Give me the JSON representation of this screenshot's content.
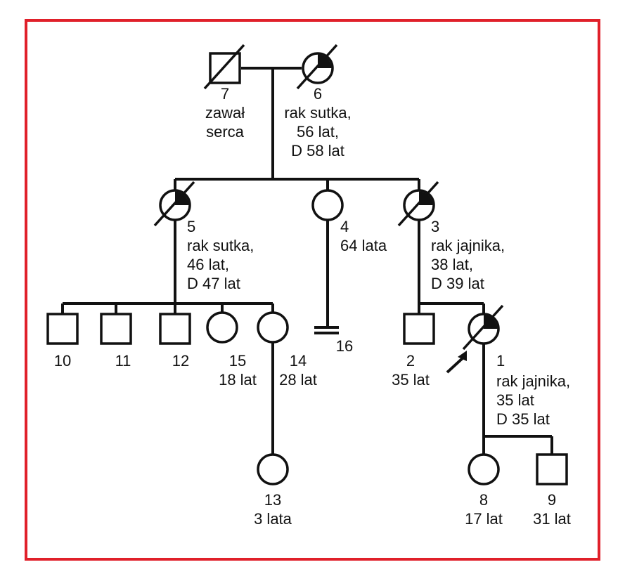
{
  "colors": {
    "border": "#e0202a",
    "ink": "#111111",
    "background": "#ffffff"
  },
  "people": [
    {
      "id": "p7",
      "sex": "male",
      "deceased": true,
      "affected": false,
      "proband": false,
      "lines": [
        "7",
        "zawał",
        "serca"
      ]
    },
    {
      "id": "p6",
      "sex": "female",
      "deceased": true,
      "affected": true,
      "proband": false,
      "lines": [
        "6",
        "rak sutka,",
        "56 lat,",
        "D 58 lat"
      ]
    },
    {
      "id": "p5",
      "sex": "female",
      "deceased": true,
      "affected": true,
      "proband": false,
      "lines": [
        "5",
        "rak sutka,",
        "46 lat,",
        "D 47 lat"
      ]
    },
    {
      "id": "p4",
      "sex": "female",
      "deceased": false,
      "affected": false,
      "proband": false,
      "lines": [
        "4",
        "64 lata"
      ]
    },
    {
      "id": "p3",
      "sex": "female",
      "deceased": true,
      "affected": true,
      "proband": false,
      "lines": [
        "3",
        "rak jajnika,",
        "38 lat,",
        "D 39 lat"
      ]
    },
    {
      "id": "p10",
      "sex": "male",
      "deceased": false,
      "affected": false,
      "proband": false,
      "lines": [
        "10"
      ]
    },
    {
      "id": "p11",
      "sex": "male",
      "deceased": false,
      "affected": false,
      "proband": false,
      "lines": [
        "11"
      ]
    },
    {
      "id": "p12",
      "sex": "male",
      "deceased": false,
      "affected": false,
      "proband": false,
      "lines": [
        "12"
      ]
    },
    {
      "id": "p15",
      "sex": "female",
      "deceased": false,
      "affected": false,
      "proband": false,
      "lines": [
        "15",
        "18 lat"
      ]
    },
    {
      "id": "p14",
      "sex": "female",
      "deceased": false,
      "affected": false,
      "proband": false,
      "lines": [
        "14",
        "28 lat"
      ]
    },
    {
      "id": "p16",
      "sex": "infertility",
      "deceased": false,
      "affected": false,
      "proband": false,
      "lines": [
        "16"
      ]
    },
    {
      "id": "p2",
      "sex": "male",
      "deceased": false,
      "affected": false,
      "proband": false,
      "lines": [
        "2",
        "35 lat"
      ]
    },
    {
      "id": "p1",
      "sex": "female",
      "deceased": true,
      "affected": true,
      "proband": true,
      "lines": [
        "1",
        "rak jajnika,",
        "35 lat",
        "D 35 lat"
      ]
    },
    {
      "id": "p13",
      "sex": "female",
      "deceased": false,
      "affected": false,
      "proband": false,
      "lines": [
        "13",
        "3 lata"
      ]
    },
    {
      "id": "p8",
      "sex": "female",
      "deceased": false,
      "affected": false,
      "proband": false,
      "lines": [
        "8",
        "17 lat"
      ]
    },
    {
      "id": "p9",
      "sex": "male",
      "deceased": false,
      "affected": false,
      "proband": false,
      "lines": [
        "9",
        "31 lat"
      ]
    }
  ]
}
